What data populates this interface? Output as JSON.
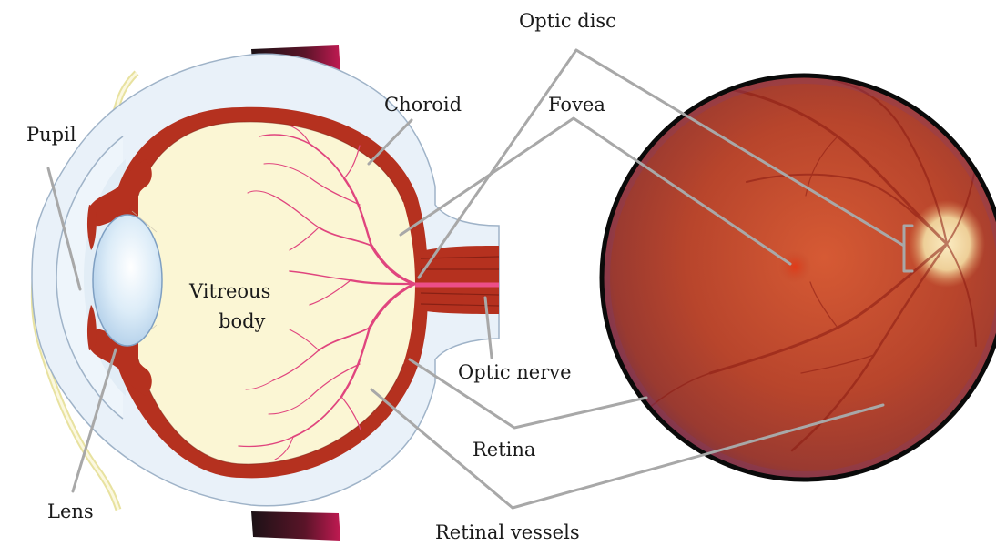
{
  "labels": {
    "pupil": "Pupil",
    "lens": "Lens",
    "vitreous_line1": "Vitreous",
    "vitreous_line2": "body",
    "choroid": "Choroid",
    "optic_disc": "Optic disc",
    "fovea": "Fovea",
    "optic_nerve": "Optic nerve",
    "retina": "Retina",
    "retinal_vessels": "Retinal vessels"
  },
  "colors": {
    "sclera": "#e8f0f8",
    "choroid": "#b5311f",
    "vitreous": "#fbf6d4",
    "lens": "#d6eaf8",
    "vessels": "#e0457e",
    "leader_lines": "#a8a8a8",
    "fundus": "#c2512e",
    "optic_disc": "#f2d9a2",
    "eyelid": "#7a1030"
  },
  "icons": {
    "eye_diagram": "eye-cross-section",
    "fundus_photo": "retinal-fundus-photograph"
  }
}
